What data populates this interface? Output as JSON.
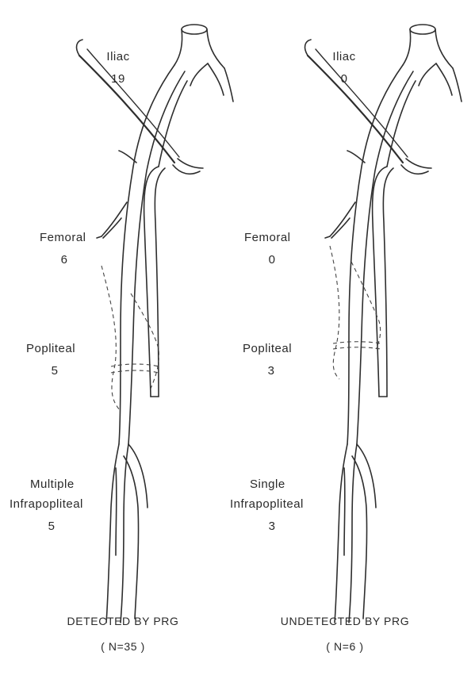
{
  "left": {
    "iliac": {
      "label": "Iliac",
      "count": "19"
    },
    "femoral": {
      "label": "Femoral",
      "count": "6"
    },
    "popliteal": {
      "label": "Popliteal",
      "count": "5"
    },
    "infra": {
      "label_line1": "Multiple",
      "label_line2": "Infrapopliteal",
      "count": "5"
    },
    "caption": "DETECTED BY PRG",
    "n": "( N=35 )"
  },
  "right": {
    "iliac": {
      "label": "Iliac",
      "count": "0"
    },
    "femoral": {
      "label": "Femoral",
      "count": "0"
    },
    "popliteal": {
      "label": "Popliteal",
      "count": "3"
    },
    "infra": {
      "label_line1": "Single",
      "label_line2": "Infrapopliteal",
      "count": "3"
    },
    "caption": "UNDETECTED BY PRG",
    "n": "( N=6 )"
  }
}
